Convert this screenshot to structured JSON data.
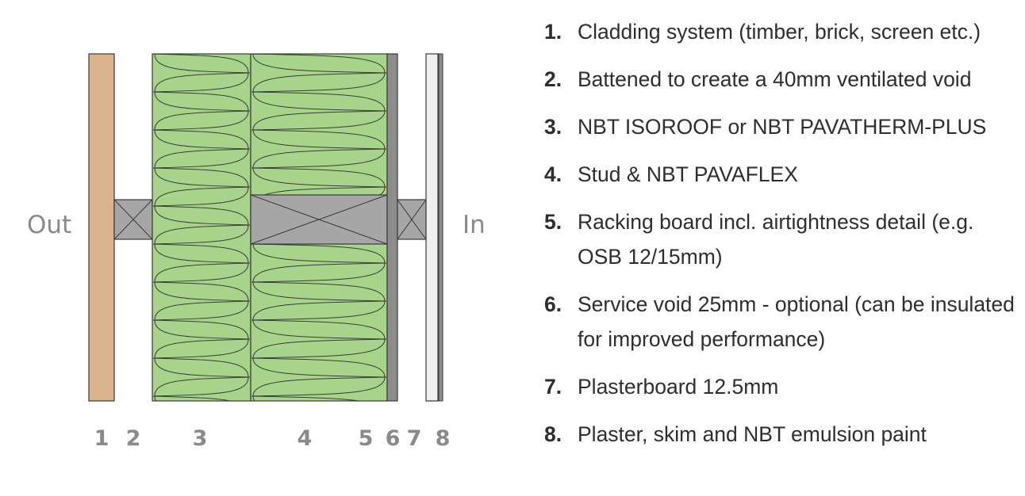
{
  "diagram": {
    "out_label": "Out",
    "in_label": "In",
    "layer_numbers": [
      "1",
      "2",
      "3",
      "4",
      "5",
      "6",
      "7",
      "8"
    ],
    "colors": {
      "cladding": "#d9b48c",
      "insulation": "#a8d38b",
      "batten": "#a6a6a6",
      "racking": "#8c8c8c",
      "plasterboard": "#f0f0f0",
      "outline": "#3a3a3a"
    }
  },
  "legend": [
    {
      "number": "1.",
      "text": "Cladding system (timber, brick, screen etc.)"
    },
    {
      "number": "2.",
      "text": "Battened to create a 40mm ventilated void"
    },
    {
      "number": "3.",
      "text": "NBT ISOROOF or NBT PAVATHERM-PLUS"
    },
    {
      "number": "4.",
      "text": "Stud & NBT PAVAFLEX"
    },
    {
      "number": "5.",
      "text": "Racking board incl. airtightness detail (e.g. OSB 12/15mm)"
    },
    {
      "number": "6.",
      "text": "Service void 25mm - optional (can be insulated for improved performance)"
    },
    {
      "number": "7.",
      "text": "Plasterboard 12.5mm"
    },
    {
      "number": "8.",
      "text": "Plaster, skim and NBT emulsion paint"
    }
  ]
}
